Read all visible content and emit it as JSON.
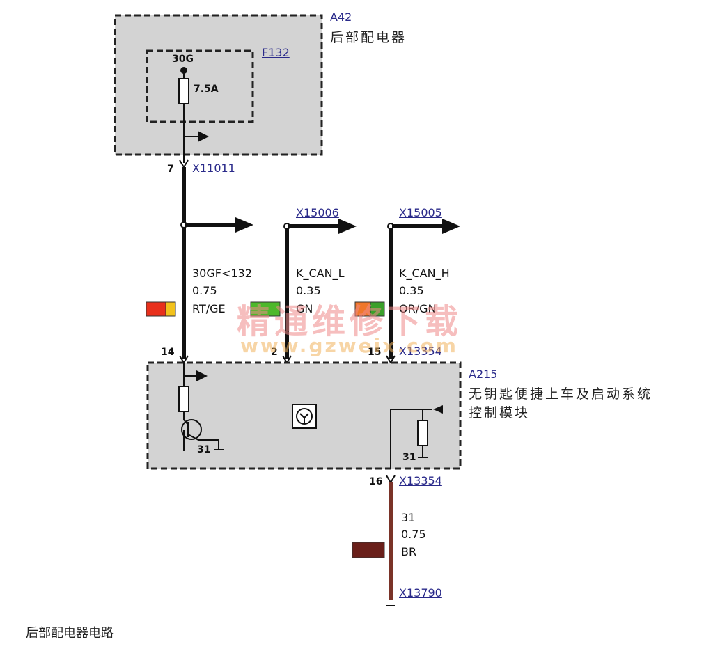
{
  "modules": {
    "a42": {
      "id": "A42",
      "name": "后部配电器"
    },
    "f132": {
      "id": "F132",
      "terminal": "30G",
      "rating": "7.5A"
    },
    "a215": {
      "id": "A215",
      "name_line1": "无钥匙便捷上车及启动系统",
      "name_line2": "控制模块"
    }
  },
  "connectors": {
    "x11011": {
      "id": "X11011",
      "pin": "7"
    },
    "x15006": {
      "id": "X15006"
    },
    "x15005": {
      "id": "X15005"
    },
    "x13354_top": {
      "id": "X13354",
      "pins": [
        "14",
        "2",
        "15"
      ]
    },
    "x13354_bottom": {
      "id": "X13354",
      "pin": "16"
    },
    "x13790": {
      "id": "X13790"
    }
  },
  "wires": [
    {
      "signal": "30GF<132",
      "gauge": "0.75",
      "color_code": "RT/GE",
      "swatch": [
        "#e8301c",
        "#f2c21c"
      ]
    },
    {
      "signal": "K_CAN_L",
      "gauge": "0.35",
      "color_code": "GN",
      "swatch": [
        "#4db82b"
      ]
    },
    {
      "signal": "K_CAN_H",
      "gauge": "0.35",
      "color_code": "OR/GN",
      "swatch": [
        "#f0772a",
        "#3aa02a"
      ]
    },
    {
      "signal": "31",
      "gauge": "0.75",
      "color_code": "BR",
      "swatch": [
        "#6a1f1a"
      ]
    }
  ],
  "ground_labels": [
    "31",
    "31"
  ],
  "watermark": {
    "line1": "精通维修下载",
    "line2": "www.gzweix.com"
  },
  "caption": "后部配电器电路",
  "colors": {
    "module_fill": "#d3d3d3",
    "wire": "#111111",
    "ground_wire": "#7a3328",
    "link": "#2a2a8a"
  }
}
